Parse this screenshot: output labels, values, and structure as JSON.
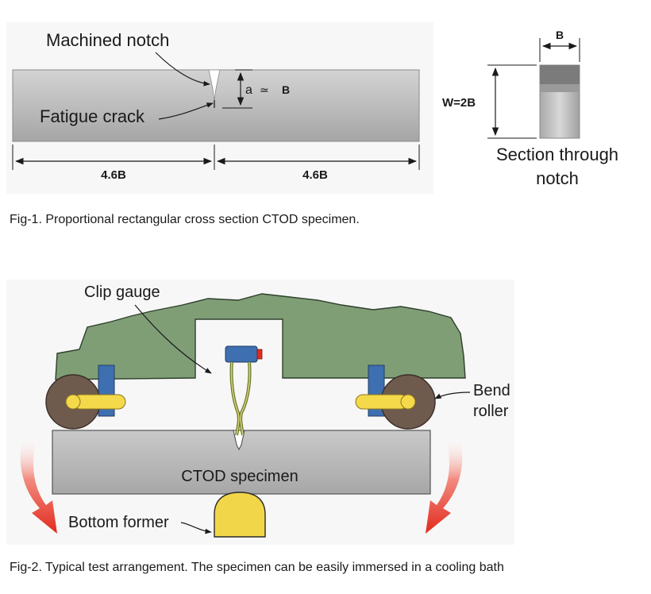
{
  "fig1": {
    "label_notch": "Machined notch",
    "label_crack": "Fatigue crack",
    "label_a": "a",
    "label_approx": "≃",
    "label_b_small": "B",
    "dim_left": "4.6B",
    "dim_right": "4.6B",
    "dim_b_top": "B",
    "dim_w": "W=2B",
    "section_line1": "Section through",
    "section_line2": "notch",
    "caption": "Fig-1. Proportional rectangular cross section CTOD specimen."
  },
  "fig2": {
    "label_clip": "Clip gauge",
    "label_bend1": "Bend",
    "label_bend2": "roller",
    "label_specimen": "CTOD specimen",
    "label_former": "Bottom former",
    "caption": "Fig-2. Typical test arrangement. The specimen can be easily immersed in a cooling bath"
  },
  "colors": {
    "specimen_gray": "#b7b7b7",
    "rig_green": "#7f9e76",
    "roller_brown": "#6f5a4e",
    "roller_yellow": "#f4d94a",
    "bracket_blue": "#3e6fb0",
    "arrow_red": "#e22a1c",
    "former_yellow": "#f2d64a"
  }
}
